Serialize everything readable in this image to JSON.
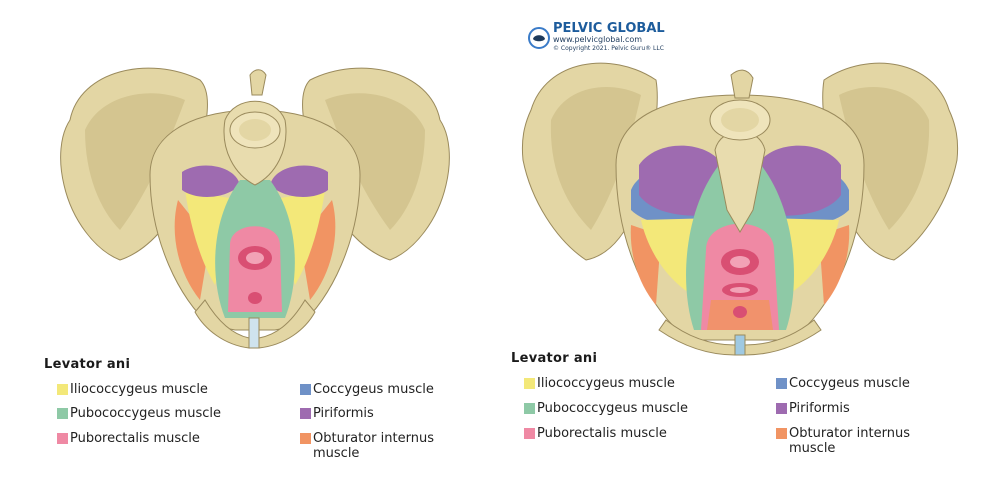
{
  "colors": {
    "iliococcygeus": "#f3e879",
    "pubococcygeus": "#8ec9a6",
    "puborectalis": "#ef89a4",
    "coccygeus": "#6f91c7",
    "piriformis": "#9e6bb0",
    "obturator_internus": "#f19463",
    "bone": "#e3d6a4",
    "bone_shadow": "#b8a677"
  },
  "logo": {
    "name": "PELVIC GLOBAL",
    "url": "www.pelvicglobal.com",
    "copyright": "© Copyright 2021. Pelvic Guru® LLC"
  },
  "panels": [
    {
      "legend": {
        "title": "Levator ani",
        "items": [
          {
            "label": "Iliococcygeus muscle",
            "color": "#f3e879"
          },
          {
            "label": "Coccygeus muscle",
            "color": "#6f91c7"
          },
          {
            "label": "Pubococcygeus muscle",
            "color": "#8ec9a6"
          },
          {
            "label": "Piriformis",
            "color": "#9e6bb0"
          },
          {
            "label": "Puborectalis muscle",
            "color": "#ef89a4"
          },
          {
            "label": "Obturator internus muscle",
            "color": "#f19463"
          }
        ]
      }
    },
    {
      "legend": {
        "title": "Levator ani",
        "items": [
          {
            "label": "Iliococcygeus muscle",
            "color": "#f3e879"
          },
          {
            "label": "Coccygeus muscle",
            "color": "#6f91c7"
          },
          {
            "label": "Pubococcygeus muscle",
            "color": "#8ec9a6"
          },
          {
            "label": "Piriformis",
            "color": "#9e6bb0"
          },
          {
            "label": "Puborectalis muscle",
            "color": "#ef89a4"
          },
          {
            "label": "Obturator internus muscle",
            "color": "#f19463"
          }
        ]
      }
    }
  ]
}
